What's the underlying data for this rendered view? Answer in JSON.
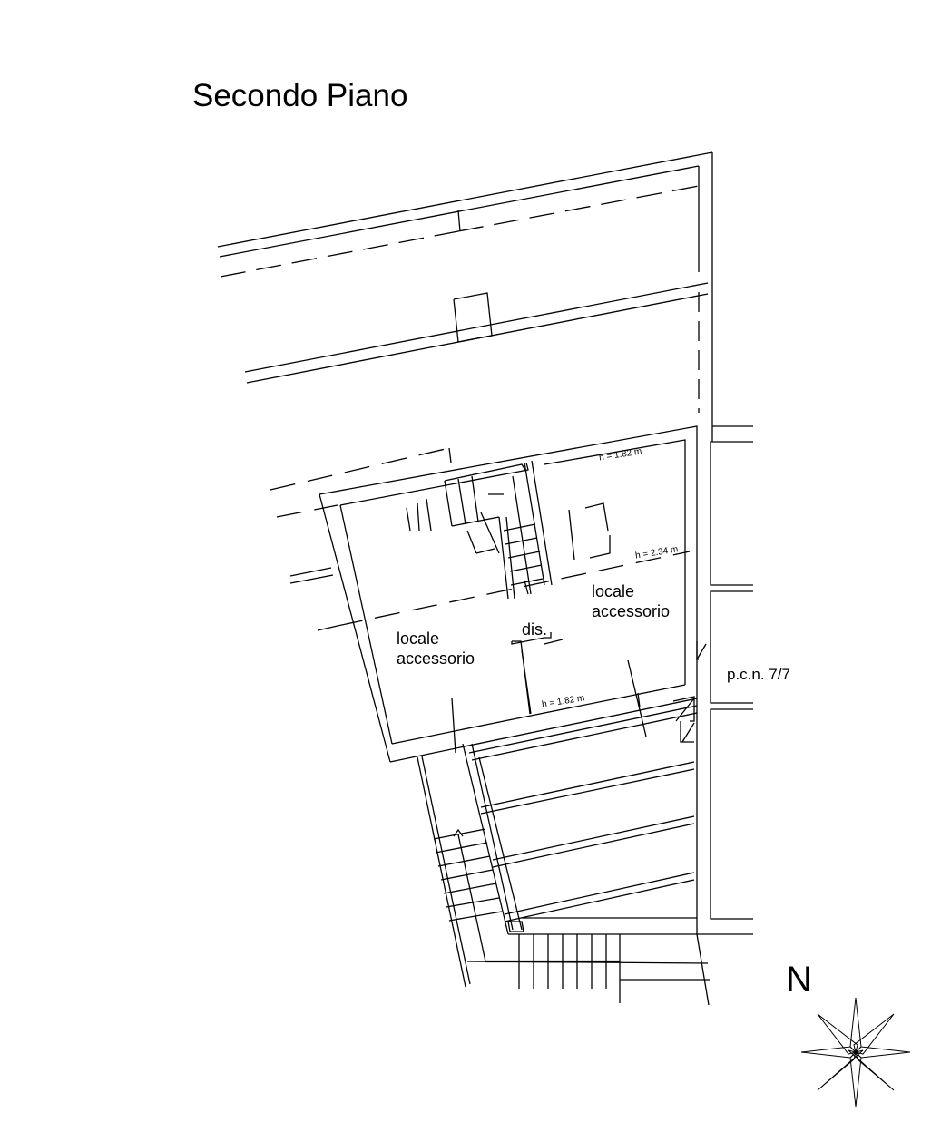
{
  "title": "Secondo Piano",
  "rooms": [
    {
      "name": "locale",
      "name2": "accessorio"
    },
    {
      "name": "locale",
      "name2": "accessorio"
    }
  ],
  "corridor": "dis.",
  "heights": [
    "h = 1.82 m",
    "h = 2.34 m",
    "h = 1.82 m"
  ],
  "parcel": "p.c.n. 7/7",
  "north": "N",
  "colors": {
    "line": "#000000",
    "background": "#ffffff"
  }
}
